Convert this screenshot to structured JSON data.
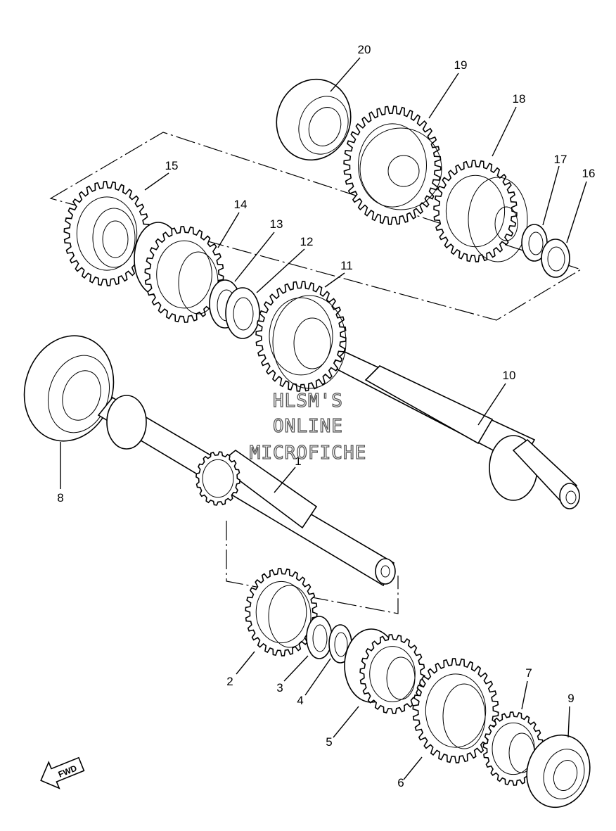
{
  "diagram": {
    "callouts": [
      {
        "id": "c1",
        "text": "1"
      },
      {
        "id": "c2",
        "text": "2"
      },
      {
        "id": "c3",
        "text": "3"
      },
      {
        "id": "c4",
        "text": "4"
      },
      {
        "id": "c5",
        "text": "5"
      },
      {
        "id": "c6",
        "text": "6"
      },
      {
        "id": "c7",
        "text": "7"
      },
      {
        "id": "c8",
        "text": "8"
      },
      {
        "id": "c9",
        "text": "9"
      },
      {
        "id": "c10",
        "text": "10"
      },
      {
        "id": "c11",
        "text": "11"
      },
      {
        "id": "c12",
        "text": "12"
      },
      {
        "id": "c13",
        "text": "13"
      },
      {
        "id": "c14",
        "text": "14"
      },
      {
        "id": "c15",
        "text": "15"
      },
      {
        "id": "c16",
        "text": "16"
      },
      {
        "id": "c17",
        "text": "17"
      },
      {
        "id": "c18",
        "text": "18"
      },
      {
        "id": "c19",
        "text": "19"
      },
      {
        "id": "c20",
        "text": "20"
      }
    ],
    "watermark": [
      "HLSM'S",
      "ONLINE",
      "MICROFICHE"
    ],
    "direction_label": "FWD"
  }
}
